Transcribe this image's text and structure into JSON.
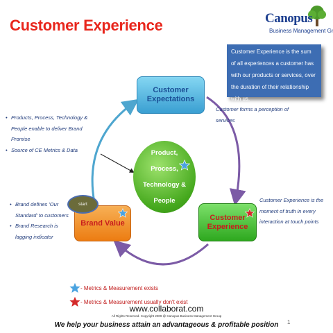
{
  "title": "Customer Experience",
  "logo": {
    "brand": "Canopus",
    "subtitle": "Business Management Group"
  },
  "definition": "Customer Experience is the sum of all experiences a customer has with our products or services, over the duration of their relationship with us.",
  "nodes": {
    "expectations": "Customer Expectations",
    "customer_experience": "Customer Experience",
    "brand_value": "Brand Value",
    "center": [
      "Product,",
      "Process,",
      "Technology &",
      "People"
    ],
    "start": "start"
  },
  "notes": {
    "left_top": [
      "Products, Process, Technology & People enable to deliver Brand Promise",
      "Source of CE Metrics & Data"
    ],
    "left_bottom": [
      "Brand defines 'Our Standard' to customers",
      "Brand Research is lagging indicator"
    ],
    "perception": "Customer forms a perception of services",
    "moment": "Customer Experience is the moment of truth in every interaction at touch points"
  },
  "legend": [
    {
      "star": "blue",
      "text": "- Metrics & Measurement exists"
    },
    {
      "star": "red",
      "text": "- Metrics & Measurement usually don't exist"
    }
  ],
  "footer": {
    "url": "www.collaborat.com",
    "copyright": "All Rights Reserved. Copyright 2009 @ Canopus Business Management Group",
    "tagline": "We help your business attain an advantageous & profitable position",
    "page_number": "1"
  },
  "colors": {
    "title": "#e8261c",
    "accent_blue": "#3d6db3",
    "star_blue": "#4aa3e0",
    "star_red": "#d42a2a",
    "arrow": "#7c5ba6"
  }
}
